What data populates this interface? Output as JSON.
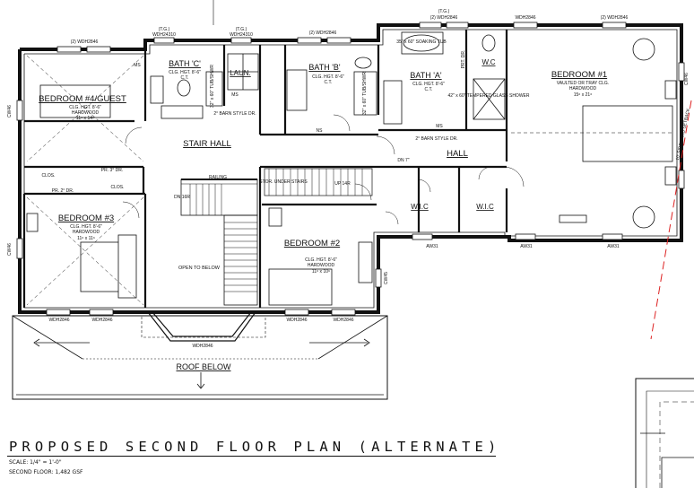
{
  "plan_title": "PROPOSED SECOND FLOOR PLAN (ALTERNATE)",
  "scale": "SCALE: 1/4\" = 1'-0\"",
  "area": "SECOND FLOOR:   1,482 GSF",
  "rooms": {
    "bedroom4": {
      "name": "BEDROOM #4/GUEST",
      "ceiling": "CLG. HGT. 8'-6\"",
      "floor": "HARDWOOD",
      "size": "11⁶ x 14⁶"
    },
    "bath_c": {
      "name": "BATH 'C'",
      "ceiling": "CLG. HGT. 8'-6\"",
      "floor": "C.T."
    },
    "laundry": {
      "name": "LAUN."
    },
    "bath_b": {
      "name": "BATH 'B'",
      "ceiling": "CLG. HGT. 8'-6\"",
      "floor": "C.T."
    },
    "bath_a": {
      "name": "BATH 'A'",
      "ceiling": "CLG. HGT. 8'-6\"",
      "floor": "C.T."
    },
    "wc": {
      "name": "W.C"
    },
    "bedroom1": {
      "name": "BEDROOM #1",
      "ceiling": "VAULTED OR TRAY CLG.",
      "floor": "HARDWOOD",
      "size": "15⁶ x 21⁶"
    },
    "stair_hall": {
      "name": "STAIR HALL"
    },
    "hall": {
      "name": "HALL"
    },
    "bedroom3": {
      "name": "BEDROOM #3",
      "ceiling": "CLG. HGT. 8'-6\"",
      "floor": "HARDWOOD",
      "size": "11⁶ x 11⁶"
    },
    "bedroom2": {
      "name": "BEDROOM #2",
      "ceiling": "CLG. HGT. 8'-6\"",
      "floor": "HARDWOOD",
      "size": "11⁶ x 10⁶"
    },
    "wic_left": {
      "name": "W.I.C"
    },
    "wic_right": {
      "name": "W.I.C"
    },
    "roof": {
      "name": "ROOF BELOW"
    },
    "open_below": {
      "name": "OPEN TO BELOW"
    }
  },
  "labels": {
    "win_2wdh": "(2) WDH2846",
    "tg": "(T.G.)",
    "wdh24310": "WDH24310",
    "wdh2846": "WDH2846",
    "cw": "CW46",
    "aw": "AW31",
    "cw45": "CW45",
    "ms": "MS",
    "ns": "NS",
    "clos": "CLOS.",
    "clos2": "CLOS.",
    "soaking_tub": "35\" x 60\" SOAKING TUB",
    "tub_shwr": "32\" x 60\" TUB/SHWR",
    "glass_shower": "42\" x 60\" TEMPERED GLASS SHOWER",
    "barn_door": "2° BARN STYLE DR.",
    "barn_door2": "2° BARN STYLE DR.",
    "railing": "RAILING",
    "stor_under": "STOR. UNDER STAIRS",
    "up": "UP 14R",
    "dn": "DN 16R",
    "dn7": "DN 7\"",
    "pr_dr": "PR. 3° DR.",
    "pr_dr2": "PR. 2° DR.",
    "prt_dr": "PRT. DR.",
    "side_yard": "10' SIDE YARD SETBACK",
    "dr": "2° DR."
  }
}
